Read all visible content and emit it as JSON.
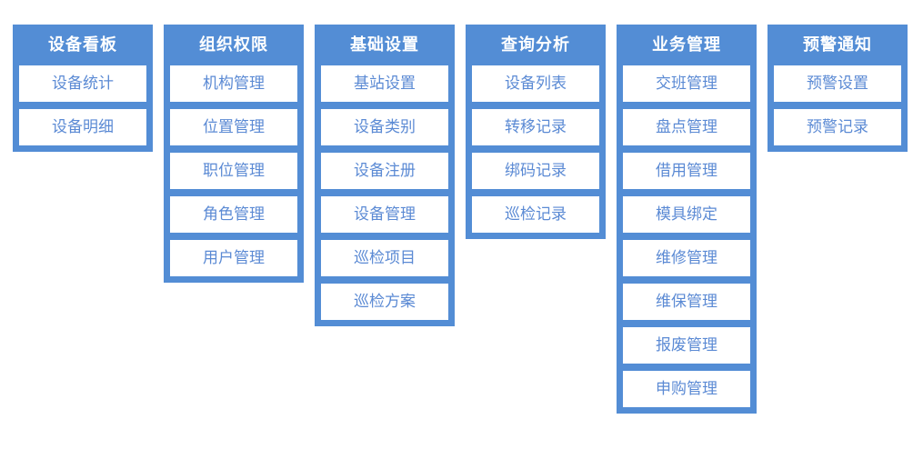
{
  "diagram": {
    "type": "menu-structure-tree",
    "title": "",
    "colors": {
      "column_background": "#538DD5",
      "header_text": "#FFFFFF",
      "item_background": "#FFFFFF",
      "item_text": "#5B8AD4",
      "page_background": "#FFFFFF"
    },
    "columns": [
      {
        "id": "equipment-dashboard",
        "header": "设备看板",
        "items": [
          {
            "label": "设备统计"
          },
          {
            "label": "设备明细"
          }
        ]
      },
      {
        "id": "organization-permission",
        "header": "组织权限",
        "items": [
          {
            "label": "机构管理"
          },
          {
            "label": "位置管理"
          },
          {
            "label": "职位管理"
          },
          {
            "label": "角色管理"
          },
          {
            "label": "用户管理"
          }
        ]
      },
      {
        "id": "basic-settings",
        "header": "基础设置",
        "items": [
          {
            "label": "基站设置"
          },
          {
            "label": "设备类别"
          },
          {
            "label": "设备注册"
          },
          {
            "label": "设备管理"
          },
          {
            "label": "巡检项目"
          },
          {
            "label": "巡检方案"
          }
        ]
      },
      {
        "id": "query-analysis",
        "header": "查询分析",
        "items": [
          {
            "label": "设备列表"
          },
          {
            "label": "转移记录"
          },
          {
            "label": "绑码记录"
          },
          {
            "label": "巡检记录"
          }
        ]
      },
      {
        "id": "business-management",
        "header": "业务管理",
        "items": [
          {
            "label": "交班管理"
          },
          {
            "label": "盘点管理"
          },
          {
            "label": "借用管理"
          },
          {
            "label": "模具绑定"
          },
          {
            "label": "维修管理"
          },
          {
            "label": "维保管理"
          },
          {
            "label": "报废管理"
          },
          {
            "label": "申购管理"
          }
        ]
      },
      {
        "id": "alarm-notification",
        "header": "预警通知",
        "items": [
          {
            "label": "预警设置"
          },
          {
            "label": "预警记录"
          }
        ]
      }
    ]
  }
}
